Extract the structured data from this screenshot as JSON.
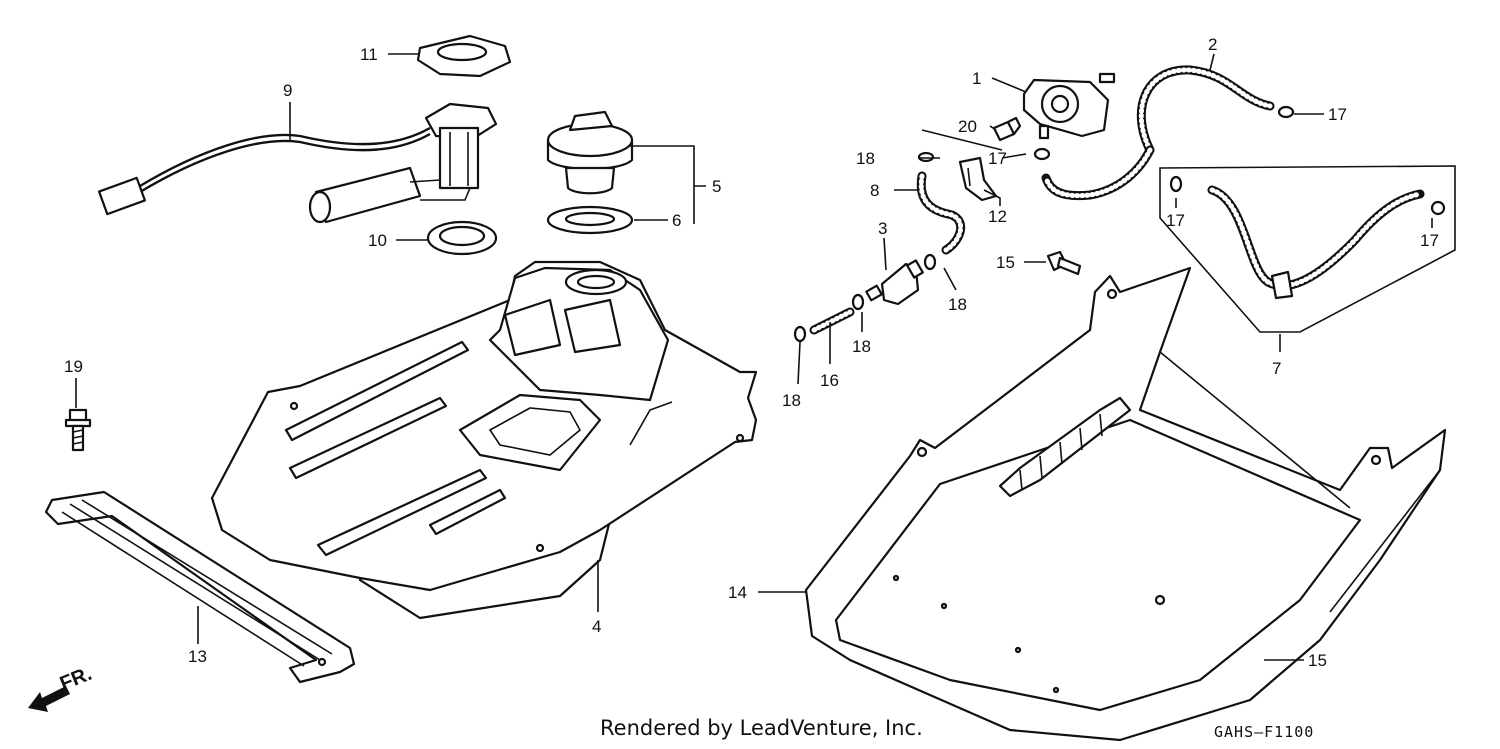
{
  "labels": {
    "p1": "1",
    "p2": "2",
    "p3": "3",
    "p4": "4",
    "p5": "5",
    "p6": "6",
    "p7": "7",
    "p8": "8",
    "p9": "9",
    "p10": "10",
    "p11": "11",
    "p12": "12",
    "p13": "13",
    "p14": "14",
    "p15": "15",
    "p16": "16",
    "p17": "17",
    "p18": "18",
    "p19": "19",
    "p20": "20"
  },
  "direction_label": "FR.",
  "credit": "Rendered by LeadVenture, Inc.",
  "diagram_code": "GAHS–F1100"
}
